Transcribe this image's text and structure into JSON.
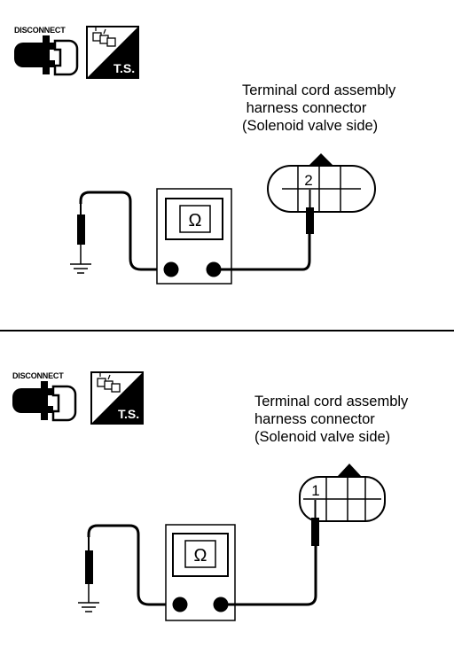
{
  "colors": {
    "ink": "#000000",
    "paper": "#ffffff"
  },
  "panels": [
    {
      "disconnect_label": "DISCONNECT",
      "ts_label": "T.S.",
      "caption_lines": [
        "Terminal cord assembly",
        " harness connector",
        "(Solenoid valve side)"
      ],
      "ohm_symbol": "Ω",
      "terminal_number": "2"
    },
    {
      "disconnect_label": "DISCONNECT",
      "ts_label": "T.S.",
      "caption_lines": [
        "Terminal cord assembly",
        "harness connector",
        "(Solenoid valve side)"
      ],
      "ohm_symbol": "Ω",
      "terminal_number": "1"
    }
  ]
}
